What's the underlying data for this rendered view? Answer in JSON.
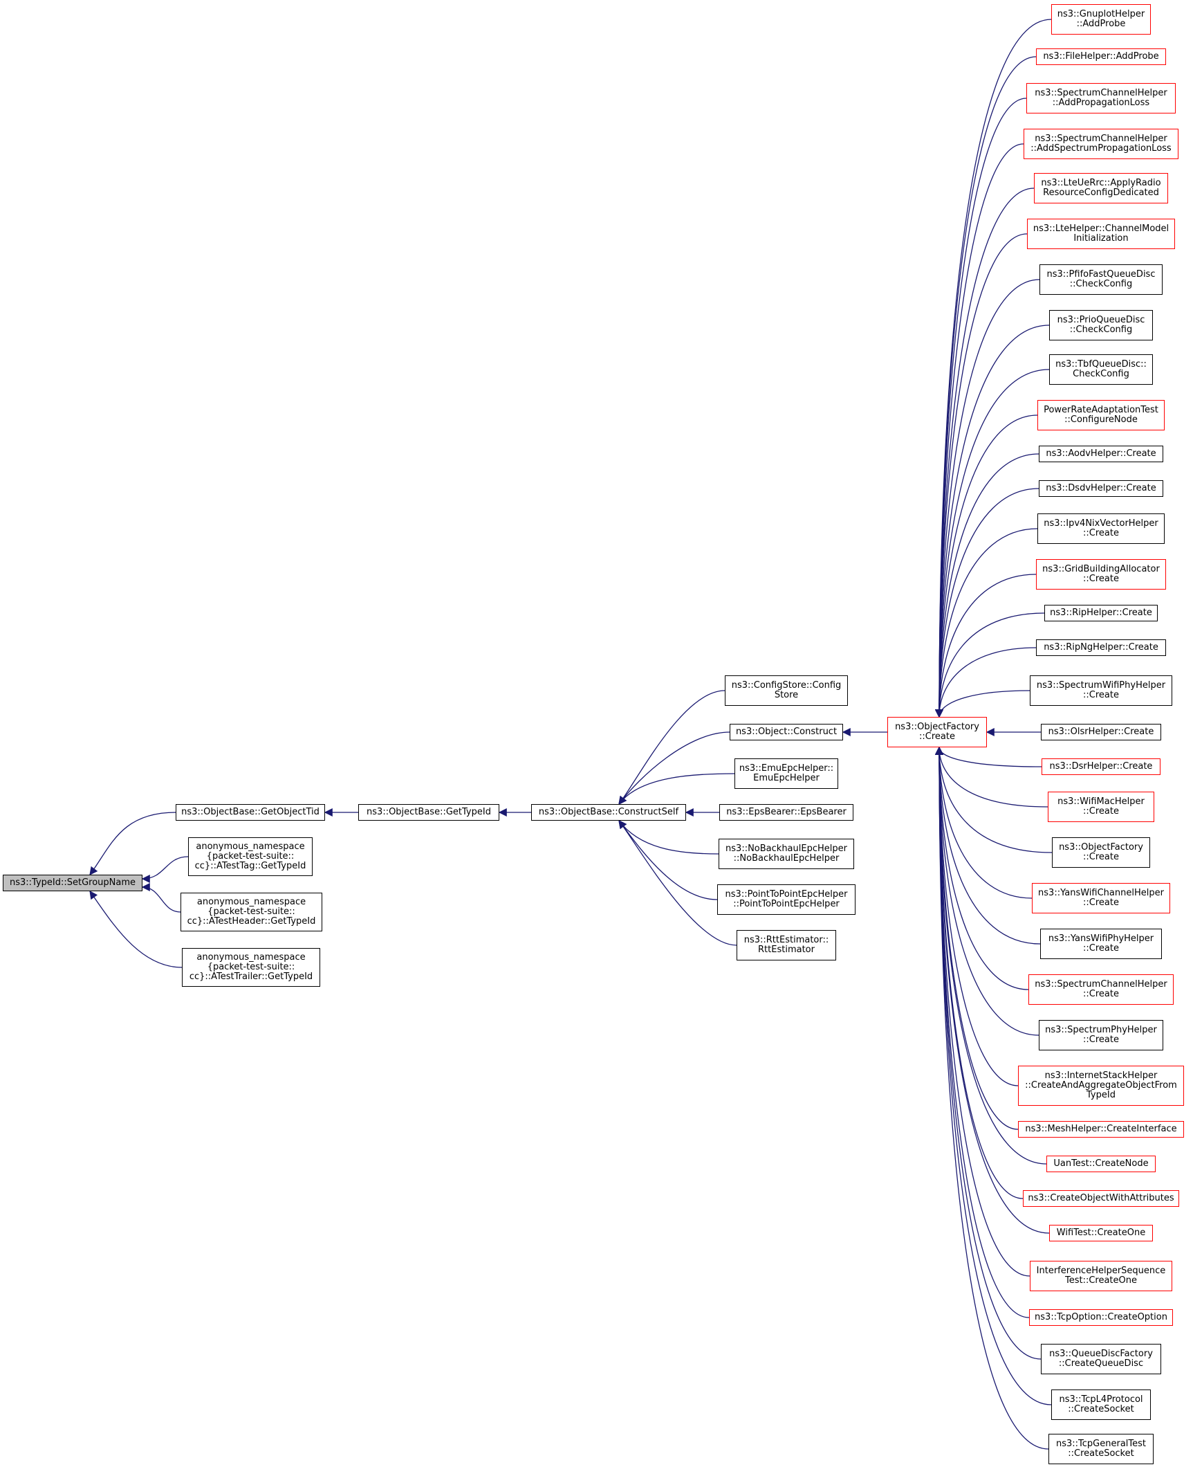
{
  "diagram_type": "doxygen caller graph",
  "colors": {
    "edge": "#191970",
    "node_border": "#000000",
    "node_border_truncated": "#ff0000",
    "root_fill": "#bfbfbf"
  },
  "nodes": {
    "root": "ns3::TypeId::SetGroupName",
    "getObjectTid": "ns3::ObjectBase::GetObjectTid",
    "aTestTag": "anonymous_namespace\n{packet-test-suite::\ncc}::ATestTag::GetTypeId",
    "aTestHeader": "anonymous_namespace\n{packet-test-suite::\ncc}::ATestHeader::GetTypeId",
    "aTestTrailer": "anonymous_namespace\n{packet-test-suite::\ncc}::ATestTrailer::GetTypeId",
    "getTypeId": "ns3::ObjectBase::GetTypeId",
    "constructSelf": "ns3::ObjectBase::ConstructSelf",
    "configStore": "ns3::ConfigStore::Config\nStore",
    "objectConstruct": "ns3::Object::Construct",
    "emuEpc": "ns3::EmuEpcHelper::\nEmuEpcHelper",
    "epsBearer": "ns3::EpsBearer::EpsBearer",
    "noBackhaul": "ns3::NoBackhaulEpcHelper\n::NoBackhaulEpcHelper",
    "p2pEpc": "ns3::PointToPointEpcHelper\n::PointToPointEpcHelper",
    "rttEstimator": "ns3::RttEstimator::\nRttEstimator",
    "objectFactoryCreate": "ns3::ObjectFactory\n::Create",
    "callers": [
      "ns3::GnuplotHelper\n::AddProbe",
      "ns3::FileHelper::AddProbe",
      "ns3::SpectrumChannelHelper\n::AddPropagationLoss",
      "ns3::SpectrumChannelHelper\n::AddSpectrumPropagationLoss",
      "ns3::LteUeRrc::ApplyRadio\nResourceConfigDedicated",
      "ns3::LteHelper::ChannelModel\nInitialization",
      "ns3::PfifoFastQueueDisc\n::CheckConfig",
      "ns3::PrioQueueDisc\n::CheckConfig",
      "ns3::TbfQueueDisc::\nCheckConfig",
      "PowerRateAdaptationTest\n::ConfigureNode",
      "ns3::AodvHelper::Create",
      "ns3::DsdvHelper::Create",
      "ns3::Ipv4NixVectorHelper\n::Create",
      "ns3::GridBuildingAllocator\n::Create",
      "ns3::RipHelper::Create",
      "ns3::RipNgHelper::Create",
      "ns3::SpectrumWifiPhyHelper\n::Create",
      "ns3::OlsrHelper::Create",
      "ns3::DsrHelper::Create",
      "ns3::WifiMacHelper\n::Create",
      "ns3::ObjectFactory\n::Create",
      "ns3::YansWifiChannelHelper\n::Create",
      "ns3::YansWifiPhyHelper\n::Create",
      "ns3::SpectrumChannelHelper\n::Create",
      "ns3::SpectrumPhyHelper\n::Create",
      "ns3::InternetStackHelper\n::CreateAndAggregateObjectFrom\nTypeId",
      "ns3::MeshHelper::CreateInterface",
      "UanTest::CreateNode",
      "ns3::CreateObjectWithAttributes",
      "WifiTest::CreateOne",
      "InterferenceHelperSequence\nTest::CreateOne",
      "ns3::TcpOption::CreateOption",
      "ns3::QueueDiscFactory\n::CreateQueueDisc",
      "ns3::TcpL4Protocol\n::CreateSocket",
      "ns3::TcpGeneralTest\n::CreateSocket"
    ]
  }
}
